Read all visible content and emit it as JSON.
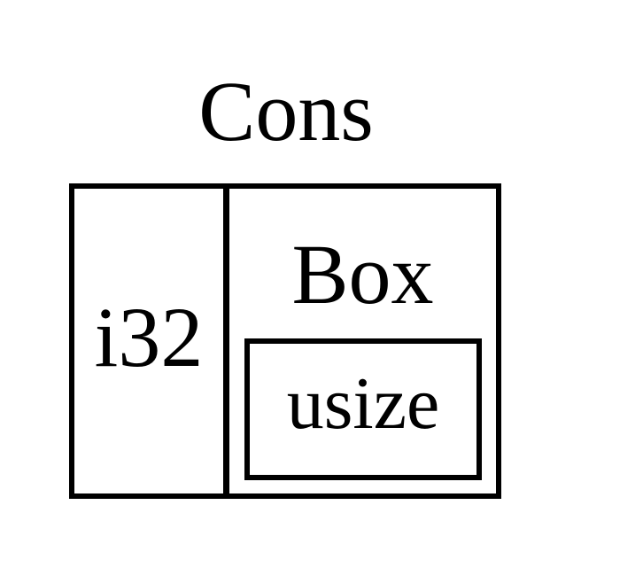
{
  "diagram": {
    "title": "Cons",
    "left_cell": "i32",
    "right_cell": {
      "label": "Box",
      "inner": "usize"
    }
  },
  "colors": {
    "stroke": "#000000",
    "background": "#ffffff",
    "text": "#000000"
  }
}
